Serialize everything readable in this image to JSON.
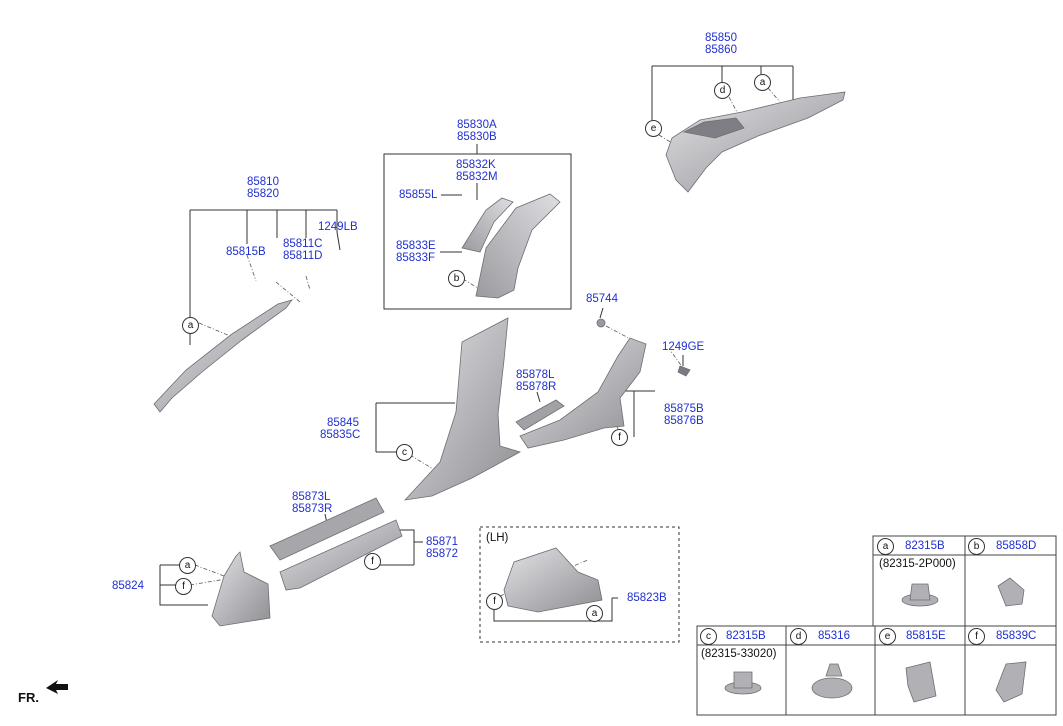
{
  "labels": {
    "p85850": "85850",
    "p85860": "85860",
    "p85830A": "85830A",
    "p85830B": "85830B",
    "p85832K": "85832K",
    "p85832M": "85832M",
    "p85855L": "85855L",
    "p85833E": "85833E",
    "p85833F": "85833F",
    "p85810": "85810",
    "p85820": "85820",
    "p1249LB": "1249LB",
    "p85815B": "85815B",
    "p85811C": "85811C",
    "p85811D": "85811D",
    "p85744": "85744",
    "p1249GE": "1249GE",
    "p85878L": "85878L",
    "p85878R": "85878R",
    "p85845": "85845",
    "p85835C": "85835C",
    "p85875B": "85875B",
    "p85876B": "85876B",
    "p85873L": "85873L",
    "p85873R": "85873R",
    "p85871": "85871",
    "p85872": "85872",
    "p85824": "85824",
    "lh": "(LH)",
    "p85823B": "85823B",
    "fr": "FR."
  },
  "callouts": {
    "a": "a",
    "b": "b",
    "c": "c",
    "d": "d",
    "e": "e",
    "f": "f"
  },
  "legend": {
    "a": {
      "letter": "a",
      "part": "82315B",
      "alt": "(82315-2P000)"
    },
    "b": {
      "letter": "b",
      "part": "85858D"
    },
    "c": {
      "letter": "c",
      "part": "82315B",
      "alt": "(82315-33020)"
    },
    "d": {
      "letter": "d",
      "part": "85316"
    },
    "e": {
      "letter": "e",
      "part": "85815E"
    },
    "f": {
      "letter": "f",
      "part": "85839C"
    }
  },
  "colors": {
    "part_number": "#1f2fd1",
    "part_fill": "#b9b9bd",
    "line": "#333333"
  }
}
